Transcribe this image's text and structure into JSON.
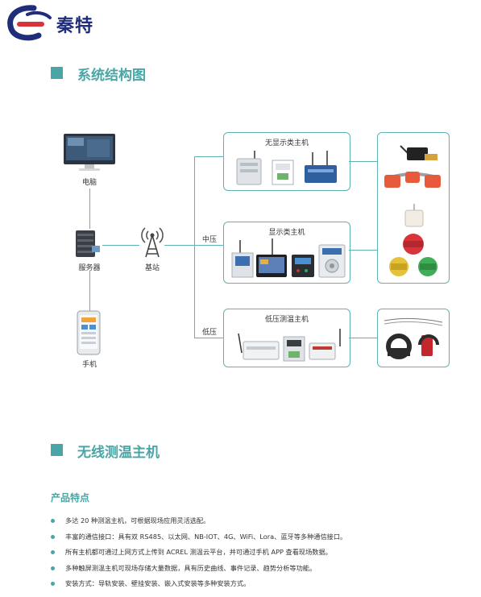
{
  "brand": {
    "name": "秦特"
  },
  "section1": {
    "title": "系统结构图"
  },
  "diagram": {
    "computer_label": "电脑",
    "server_label": "服务器",
    "phone_label": "手机",
    "station_label": "基站",
    "mid_voltage_label": "中压",
    "low_voltage_label": "低压",
    "host_no_display": "无显示类主机",
    "host_display": "显示类主机",
    "host_low_voltage": "低压测温主机"
  },
  "section2": {
    "title": "无线测温主机"
  },
  "features": {
    "title": "产品特点",
    "items": [
      "多达 20 种测温主机，可根据现场应用灵活选配。",
      "丰富的通信接口：具有双 RS485、以太网、NB-IOT、4G、WiFi、Lora、蓝牙等多种通信接口。",
      "所有主机都可通过上网方式上传到 ACREL 测温云平台，并可通过手机 APP 查看现场数据。",
      "多种触屏测温主机可现场存储大量数据，具有历史曲线、事件记录、趋势分析等功能。",
      "安装方式：导轨安装、壁挂安装、嵌入式安装等多种安装方式。"
    ]
  },
  "colors": {
    "accent": "#4aa6a6",
    "brand_blue": "#1f2d7a",
    "brand_red": "#d9333a"
  }
}
